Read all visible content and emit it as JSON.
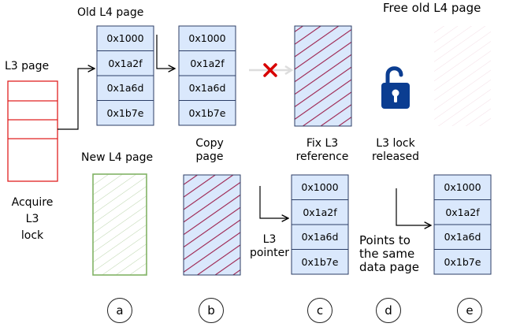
{
  "labels": {
    "old_l4_page": "Old L4 page",
    "free_old_l4_page": "Free old L4 page",
    "l3_page": "L3 page",
    "new_l4_page": "New L4 page",
    "copy_page": [
      "Copy",
      "page"
    ],
    "fix_l3_reference": [
      "Fix L3",
      "reference"
    ],
    "l3_lock_released": [
      "L3 lock",
      "released"
    ],
    "acquire_l3_lock": [
      "Acquire",
      "L3",
      "lock"
    ],
    "l3_pointer": [
      "L3",
      "pointer"
    ],
    "points_to_same": [
      "Points to",
      "the same",
      "data page"
    ]
  },
  "entries": [
    "0x1000",
    "0x1a2f",
    "0x1a6d",
    "0x1b7e"
  ],
  "steps": [
    "a",
    "b",
    "c",
    "d",
    "e"
  ],
  "icons": {
    "lock": "unlocked-padlock-icon",
    "cross": "red-x-icon"
  },
  "colors": {
    "table_fill": "#dae8fc",
    "table_border": "#2c3e66",
    "l3_red": "#e02020",
    "hatch": "#9c1f4c",
    "green": "#82b366",
    "lock_blue": "#0b3d91",
    "cross_red": "#d80000"
  }
}
